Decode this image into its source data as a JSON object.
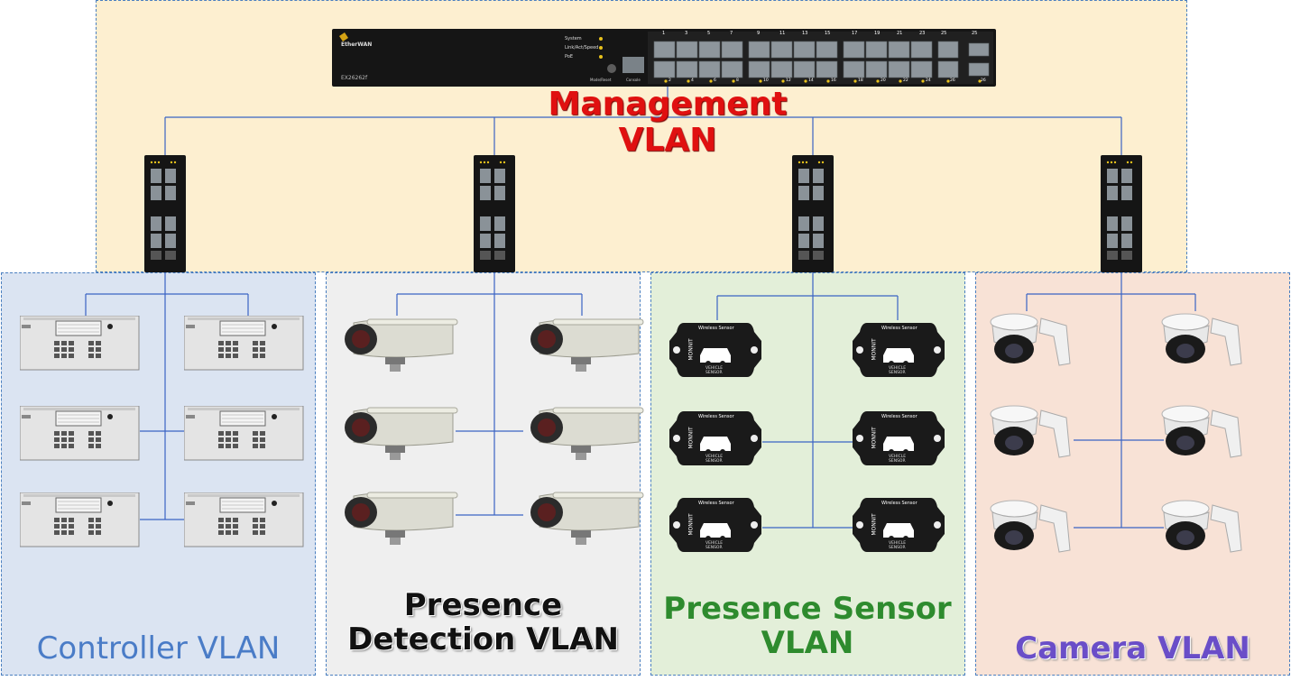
{
  "core_switch": {
    "brand": "EtherWAN",
    "model": "EX26262f",
    "leds": [
      "System",
      "Link/Act/Speed",
      "PoE"
    ],
    "button_label": "Mode/Reset",
    "console_label": "Console",
    "port_top": [
      "1",
      "3",
      "5",
      "7",
      "9",
      "11",
      "13",
      "15",
      "17",
      "19",
      "21",
      "23",
      "25",
      "25"
    ],
    "port_bottom": [
      "2",
      "4",
      "6",
      "8",
      "10",
      "12",
      "14",
      "16",
      "18",
      "20",
      "22",
      "24",
      "26",
      "26"
    ]
  },
  "labels": {
    "management": "Management VLAN",
    "controller": "Controller VLAN",
    "presence_detection": "Presence Detection VLAN",
    "presence_sensor": "Presence Sensor VLAN",
    "camera": "Camera VLAN"
  },
  "colors": {
    "management_label": "#e01010",
    "controller_label": "#4a7cc7",
    "presence_detection_label": "#111111",
    "presence_sensor_label": "#2e8b2e",
    "camera_label": "#6a4ec8",
    "wire": "#3a63c4"
  },
  "sensor": {
    "header": "Wireless Sensor",
    "brand": "MONNIT",
    "line1": "VEHICLE",
    "line2": "SENSOR"
  },
  "icons": {
    "core_switch": "network-switch-icon",
    "edge_switch": "din-rail-switch-icon",
    "controller": "traffic-controller-icon",
    "presence_camera": "box-camera-icon",
    "sensor": "vehicle-sensor-icon",
    "dome": "ptz-dome-camera-icon"
  }
}
